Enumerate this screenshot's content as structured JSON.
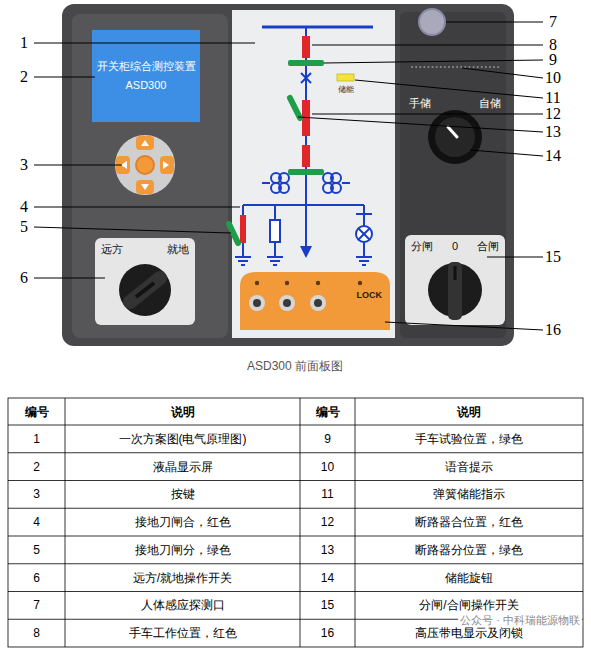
{
  "diagram": {
    "caption": "ASD300 前面板图",
    "nodes": [
      {
        "text": [
          "开关柜综合测控装置",
          "ASD300"
        ]
      },
      {
        "text": [
          "远方",
          "就地"
        ]
      },
      {
        "text": [
          "LOCK"
        ]
      },
      {
        "text": [
          "分闸",
          "0",
          "合闸"
        ]
      }
    ],
    "labels": [
      "1",
      "2",
      "3",
      "4",
      "5",
      "6",
      "7",
      "8",
      "9",
      "10",
      "11",
      "12",
      "13",
      "14",
      "15",
      "16",
      "编号",
      "说明",
      "编号",
      "说明",
      "1",
      "一次方案图(电气原理图)",
      "9",
      "手车试验位置，绿色",
      "2",
      "液晶显示屏",
      "10",
      "语音提示",
      "3",
      "按键",
      "11",
      "弹簧储能指示",
      "4",
      "接地刀闸合，红色",
      "12",
      "断路器合位置，红色",
      "5",
      "接地刀闸分，绿色",
      "13",
      "断路器分位置，绿色",
      "6",
      "远方/就地操作开关",
      "14",
      "储能旋钮",
      "7",
      "人体感应探测口",
      "15",
      "分闸/合闸操作开关",
      "8",
      "手车工作位置，红色",
      "16",
      "高压带电显示及闭锁",
      "公众号 · 中科瑞能源物联",
      "储能",
      "手储",
      "自储"
    ]
  }
}
